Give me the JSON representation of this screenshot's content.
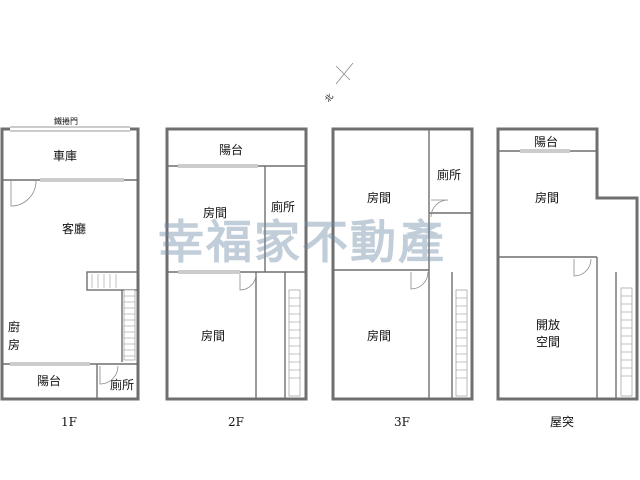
{
  "watermark": "幸福家不動產",
  "compass_label": "北",
  "floors": {
    "f1": {
      "name": "1F",
      "rooms": {
        "gate": "鐵捲門",
        "garage": "車庫",
        "living": "客廳",
        "kitchen_1": "廚",
        "kitchen_2": "房",
        "balcony": "陽台",
        "toilet": "廁所"
      }
    },
    "f2": {
      "name": "2F",
      "rooms": {
        "balcony": "陽台",
        "room_a": "房間",
        "toilet": "廁所",
        "room_b": "房間"
      }
    },
    "f3": {
      "name": "3F",
      "rooms": {
        "room_a": "房間",
        "toilet": "廁所",
        "room_b": "房間"
      }
    },
    "roof": {
      "name": "屋突",
      "rooms": {
        "balcony": "陽台",
        "room": "房間",
        "open_1": "開放",
        "open_2": "空間"
      }
    }
  }
}
